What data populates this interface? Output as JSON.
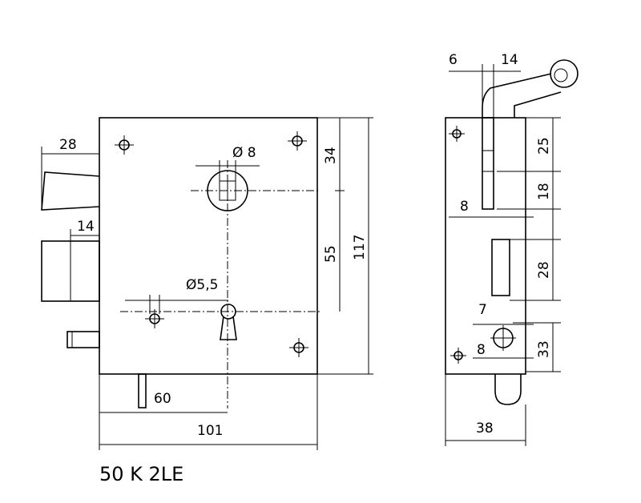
{
  "front_view": {
    "dimensions": {
      "bolt_projection": "28",
      "latch_width": "14",
      "cylinder_hole": "Ø 8",
      "top_to_cylinder": "34",
      "cylinder_to_keyhole": "55",
      "total_height": "117",
      "screw_hole": "Ø5,5",
      "backset": "60",
      "case_width": "101"
    }
  },
  "side_view": {
    "dimensions": {
      "lever_offset": "6",
      "lever_width": "14",
      "top_offset": "25",
      "upper_gap": "18",
      "plate_thickness": "8",
      "bolt_height": "28",
      "follower_offset": "7",
      "lower_thickness": "8",
      "lower_height": "33",
      "depth": "38"
    }
  },
  "model_label": "50 K 2LE"
}
